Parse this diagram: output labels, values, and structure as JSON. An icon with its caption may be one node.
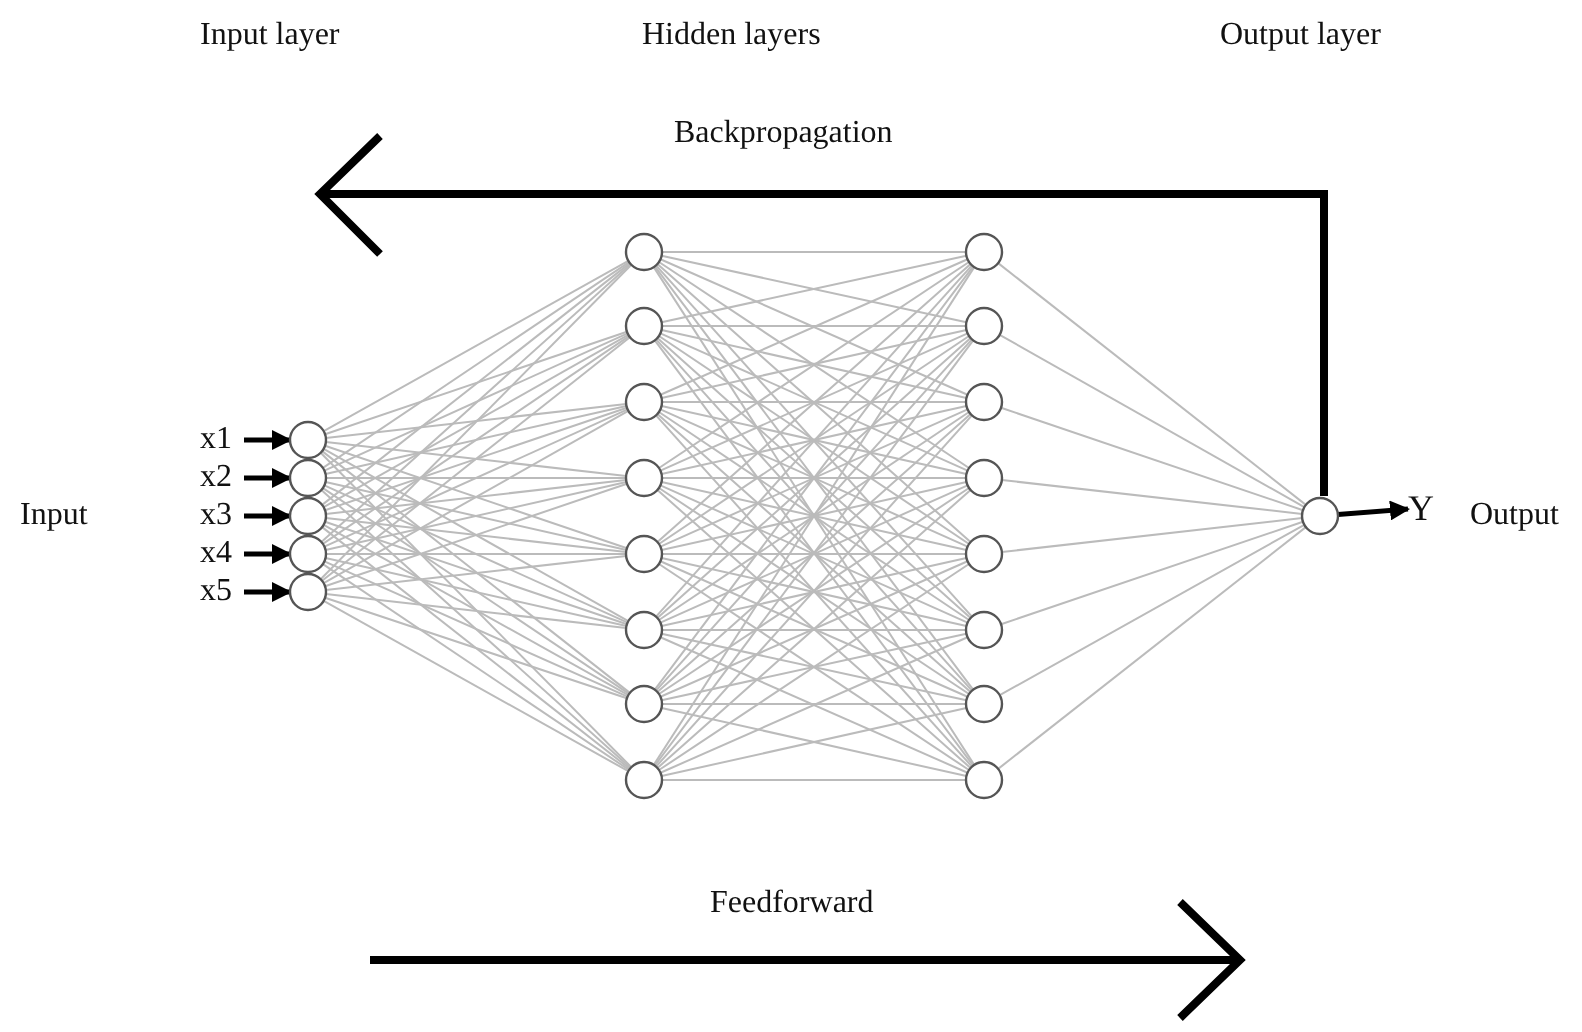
{
  "diagram": {
    "nodes": [
      {
        "text": [
          "x1"
        ]
      },
      {
        "text": [
          "x2"
        ]
      },
      {
        "text": [
          "x3"
        ]
      },
      {
        "text": [
          "x4"
        ]
      },
      {
        "text": [
          "x5"
        ]
      },
      {
        "text": [],
        "shape": "circle"
      },
      {
        "text": [],
        "shape": "circle"
      },
      {
        "text": [],
        "shape": "circle"
      },
      {
        "text": [],
        "shape": "circle"
      },
      {
        "text": [],
        "shape": "circle"
      },
      {
        "text": [],
        "shape": "circle"
      },
      {
        "text": [],
        "shape": "circle"
      },
      {
        "text": [],
        "shape": "circle"
      },
      {
        "text": [],
        "shape": "circle"
      },
      {
        "text": [],
        "shape": "circle"
      },
      {
        "text": [],
        "shape": "circle"
      },
      {
        "text": [],
        "shape": "circle"
      },
      {
        "text": [],
        "shape": "circle"
      },
      {
        "text": [],
        "shape": "circle"
      },
      {
        "text": [],
        "shape": "circle"
      },
      {
        "text": [],
        "shape": "circle"
      },
      {
        "text": [],
        "shape": "circle"
      },
      {
        "text": [],
        "shape": "circle"
      },
      {
        "text": [],
        "shape": "circle"
      },
      {
        "text": [],
        "shape": "circle"
      },
      {
        "text": [],
        "shape": "circle"
      },
      {
        "text": [],
        "shape": "circle"
      },
      {
        "text": [
          "Y"
        ]
      }
    ],
    "edges": [
      {
        "from": 0,
        "to": 5,
        "arrow": "to",
        "style": "thick",
        "color": "#000000"
      },
      {
        "from": 1,
        "to": 6,
        "arrow": "to",
        "style": "thick",
        "color": "#000000"
      },
      {
        "from": 2,
        "to": 7,
        "arrow": "to",
        "style": "thick",
        "color": "#000000"
      },
      {
        "from": 3,
        "to": 8,
        "arrow": "to",
        "style": "thick",
        "color": "#000000"
      },
      {
        "from": 4,
        "to": 9,
        "arrow": "to",
        "style": "thick",
        "color": "#000000"
      },
      {
        "from": 5,
        "to": 10,
        "arrow": "none"
      },
      {
        "from": 5,
        "to": 11,
        "arrow": "none"
      },
      {
        "from": 5,
        "to": 12,
        "arrow": "none"
      },
      {
        "from": 5,
        "to": 13,
        "arrow": "none"
      },
      {
        "from": 5,
        "to": 14,
        "arrow": "none"
      },
      {
        "from": 5,
        "to": 15,
        "arrow": "none"
      },
      {
        "from": 5,
        "to": 16,
        "arrow": "none"
      },
      {
        "from": 5,
        "to": 17,
        "arrow": "none"
      },
      {
        "from": 6,
        "to": 10,
        "arrow": "none"
      },
      {
        "from": 6,
        "to": 11,
        "arrow": "none"
      },
      {
        "from": 6,
        "to": 12,
        "arrow": "none"
      },
      {
        "from": 6,
        "to": 13,
        "arrow": "none"
      },
      {
        "from": 6,
        "to": 14,
        "arrow": "none"
      },
      {
        "from": 6,
        "to": 15,
        "arrow": "none"
      },
      {
        "from": 6,
        "to": 16,
        "arrow": "none"
      },
      {
        "from": 6,
        "to": 17,
        "arrow": "none"
      },
      {
        "from": 7,
        "to": 10,
        "arrow": "none"
      },
      {
        "from": 7,
        "to": 11,
        "arrow": "none"
      },
      {
        "from": 7,
        "to": 12,
        "arrow": "none"
      },
      {
        "from": 7,
        "to": 13,
        "arrow": "none"
      },
      {
        "from": 7,
        "to": 14,
        "arrow": "none"
      },
      {
        "from": 7,
        "to": 15,
        "arrow": "none"
      },
      {
        "from": 7,
        "to": 16,
        "arrow": "none"
      },
      {
        "from": 7,
        "to": 17,
        "arrow": "none"
      },
      {
        "from": 8,
        "to": 10,
        "arrow": "none"
      },
      {
        "from": 8,
        "to": 11,
        "arrow": "none"
      },
      {
        "from": 8,
        "to": 12,
        "arrow": "none"
      },
      {
        "from": 8,
        "to": 13,
        "arrow": "none"
      },
      {
        "from": 8,
        "to": 14,
        "arrow": "none"
      },
      {
        "from": 8,
        "to": 15,
        "arrow": "none"
      },
      {
        "from": 8,
        "to": 16,
        "arrow": "none"
      },
      {
        "from": 8,
        "to": 17,
        "arrow": "none"
      },
      {
        "from": 9,
        "to": 10,
        "arrow": "none"
      },
      {
        "from": 9,
        "to": 11,
        "arrow": "none"
      },
      {
        "from": 9,
        "to": 12,
        "arrow": "none"
      },
      {
        "from": 9,
        "to": 13,
        "arrow": "none"
      },
      {
        "from": 9,
        "to": 14,
        "arrow": "none"
      },
      {
        "from": 9,
        "to": 15,
        "arrow": "none"
      },
      {
        "from": 9,
        "to": 16,
        "arrow": "none"
      },
      {
        "from": 9,
        "to": 17,
        "arrow": "none"
      },
      {
        "from": 10,
        "to": 18,
        "arrow": "none"
      },
      {
        "from": 10,
        "to": 19,
        "arrow": "none"
      },
      {
        "from": 10,
        "to": 20,
        "arrow": "none"
      },
      {
        "from": 10,
        "to": 21,
        "arrow": "none"
      },
      {
        "from": 10,
        "to": 22,
        "arrow": "none"
      },
      {
        "from": 10,
        "to": 23,
        "arrow": "none"
      },
      {
        "from": 10,
        "to": 24,
        "arrow": "none"
      },
      {
        "from": 10,
        "to": 25,
        "arrow": "none"
      },
      {
        "from": 11,
        "to": 18,
        "arrow": "none"
      },
      {
        "from": 11,
        "to": 19,
        "arrow": "none"
      },
      {
        "from": 11,
        "to": 20,
        "arrow": "none"
      },
      {
        "from": 11,
        "to": 21,
        "arrow": "none"
      },
      {
        "from": 11,
        "to": 22,
        "arrow": "none"
      },
      {
        "from": 11,
        "to": 23,
        "arrow": "none"
      },
      {
        "from": 11,
        "to": 24,
        "arrow": "none"
      },
      {
        "from": 11,
        "to": 25,
        "arrow": "none"
      },
      {
        "from": 12,
        "to": 18,
        "arrow": "none"
      },
      {
        "from": 12,
        "to": 19,
        "arrow": "none"
      },
      {
        "from": 12,
        "to": 20,
        "arrow": "none"
      },
      {
        "from": 12,
        "to": 21,
        "arrow": "none"
      },
      {
        "from": 12,
        "to": 22,
        "arrow": "none"
      },
      {
        "from": 12,
        "to": 23,
        "arrow": "none"
      },
      {
        "from": 12,
        "to": 24,
        "arrow": "none"
      },
      {
        "from": 12,
        "to": 25,
        "arrow": "none"
      },
      {
        "from": 13,
        "to": 18,
        "arrow": "none"
      },
      {
        "from": 13,
        "to": 19,
        "arrow": "none"
      },
      {
        "from": 13,
        "to": 20,
        "arrow": "none"
      },
      {
        "from": 13,
        "to": 21,
        "arrow": "none"
      },
      {
        "from": 13,
        "to": 22,
        "arrow": "none"
      },
      {
        "from": 13,
        "to": 23,
        "arrow": "none"
      },
      {
        "from": 13,
        "to": 24,
        "arrow": "none"
      },
      {
        "from": 13,
        "to": 25,
        "arrow": "none"
      },
      {
        "from": 14,
        "to": 18,
        "arrow": "none"
      },
      {
        "from": 14,
        "to": 19,
        "arrow": "none"
      },
      {
        "from": 14,
        "to": 20,
        "arrow": "none"
      },
      {
        "from": 14,
        "to": 21,
        "arrow": "none"
      },
      {
        "from": 14,
        "to": 22,
        "arrow": "none"
      },
      {
        "from": 14,
        "to": 23,
        "arrow": "none"
      },
      {
        "from": 14,
        "to": 24,
        "arrow": "none"
      },
      {
        "from": 14,
        "to": 25,
        "arrow": "none"
      },
      {
        "from": 15,
        "to": 18,
        "arrow": "none"
      },
      {
        "from": 15,
        "to": 19,
        "arrow": "none"
      },
      {
        "from": 15,
        "to": 20,
        "arrow": "none"
      },
      {
        "from": 15,
        "to": 21,
        "arrow": "none"
      },
      {
        "from": 15,
        "to": 22,
        "arrow": "none"
      },
      {
        "from": 15,
        "to": 23,
        "arrow": "none"
      },
      {
        "from": 15,
        "to": 24,
        "arrow": "none"
      },
      {
        "from": 15,
        "to": 25,
        "arrow": "none"
      },
      {
        "from": 16,
        "to": 18,
        "arrow": "none"
      },
      {
        "from": 16,
        "to": 19,
        "arrow": "none"
      },
      {
        "from": 16,
        "to": 20,
        "arrow": "none"
      },
      {
        "from": 16,
        "to": 21,
        "arrow": "none"
      },
      {
        "from": 16,
        "to": 22,
        "arrow": "none"
      },
      {
        "from": 16,
        "to": 23,
        "arrow": "none"
      },
      {
        "from": 16,
        "to": 24,
        "arrow": "none"
      },
      {
        "from": 16,
        "to": 25,
        "arrow": "none"
      },
      {
        "from": 17,
        "to": 18,
        "arrow": "none"
      },
      {
        "from": 17,
        "to": 19,
        "arrow": "none"
      },
      {
        "from": 17,
        "to": 20,
        "arrow": "none"
      },
      {
        "from": 17,
        "to": 21,
        "arrow": "none"
      },
      {
        "from": 17,
        "to": 22,
        "arrow": "none"
      },
      {
        "from": 17,
        "to": 23,
        "arrow": "none"
      },
      {
        "from": 17,
        "to": 24,
        "arrow": "none"
      },
      {
        "from": 17,
        "to": 25,
        "arrow": "none"
      },
      {
        "from": 18,
        "to": 26,
        "arrow": "none"
      },
      {
        "from": 19,
        "to": 26,
        "arrow": "none"
      },
      {
        "from": 20,
        "to": 26,
        "arrow": "none"
      },
      {
        "from": 21,
        "to": 26,
        "arrow": "none"
      },
      {
        "from": 22,
        "to": 26,
        "arrow": "none"
      },
      {
        "from": 23,
        "to": 26,
        "arrow": "none"
      },
      {
        "from": 24,
        "to": 26,
        "arrow": "none"
      },
      {
        "from": 25,
        "to": 26,
        "arrow": "none"
      },
      {
        "from": 26,
        "to": 27,
        "arrow": "to",
        "style": "thick",
        "color": "#000000"
      }
    ],
    "labels": [
      "Input layer",
      "Hidden layers",
      "Output layer",
      "Backpropagation",
      "Input",
      "Output",
      "Feedforward"
    ]
  }
}
